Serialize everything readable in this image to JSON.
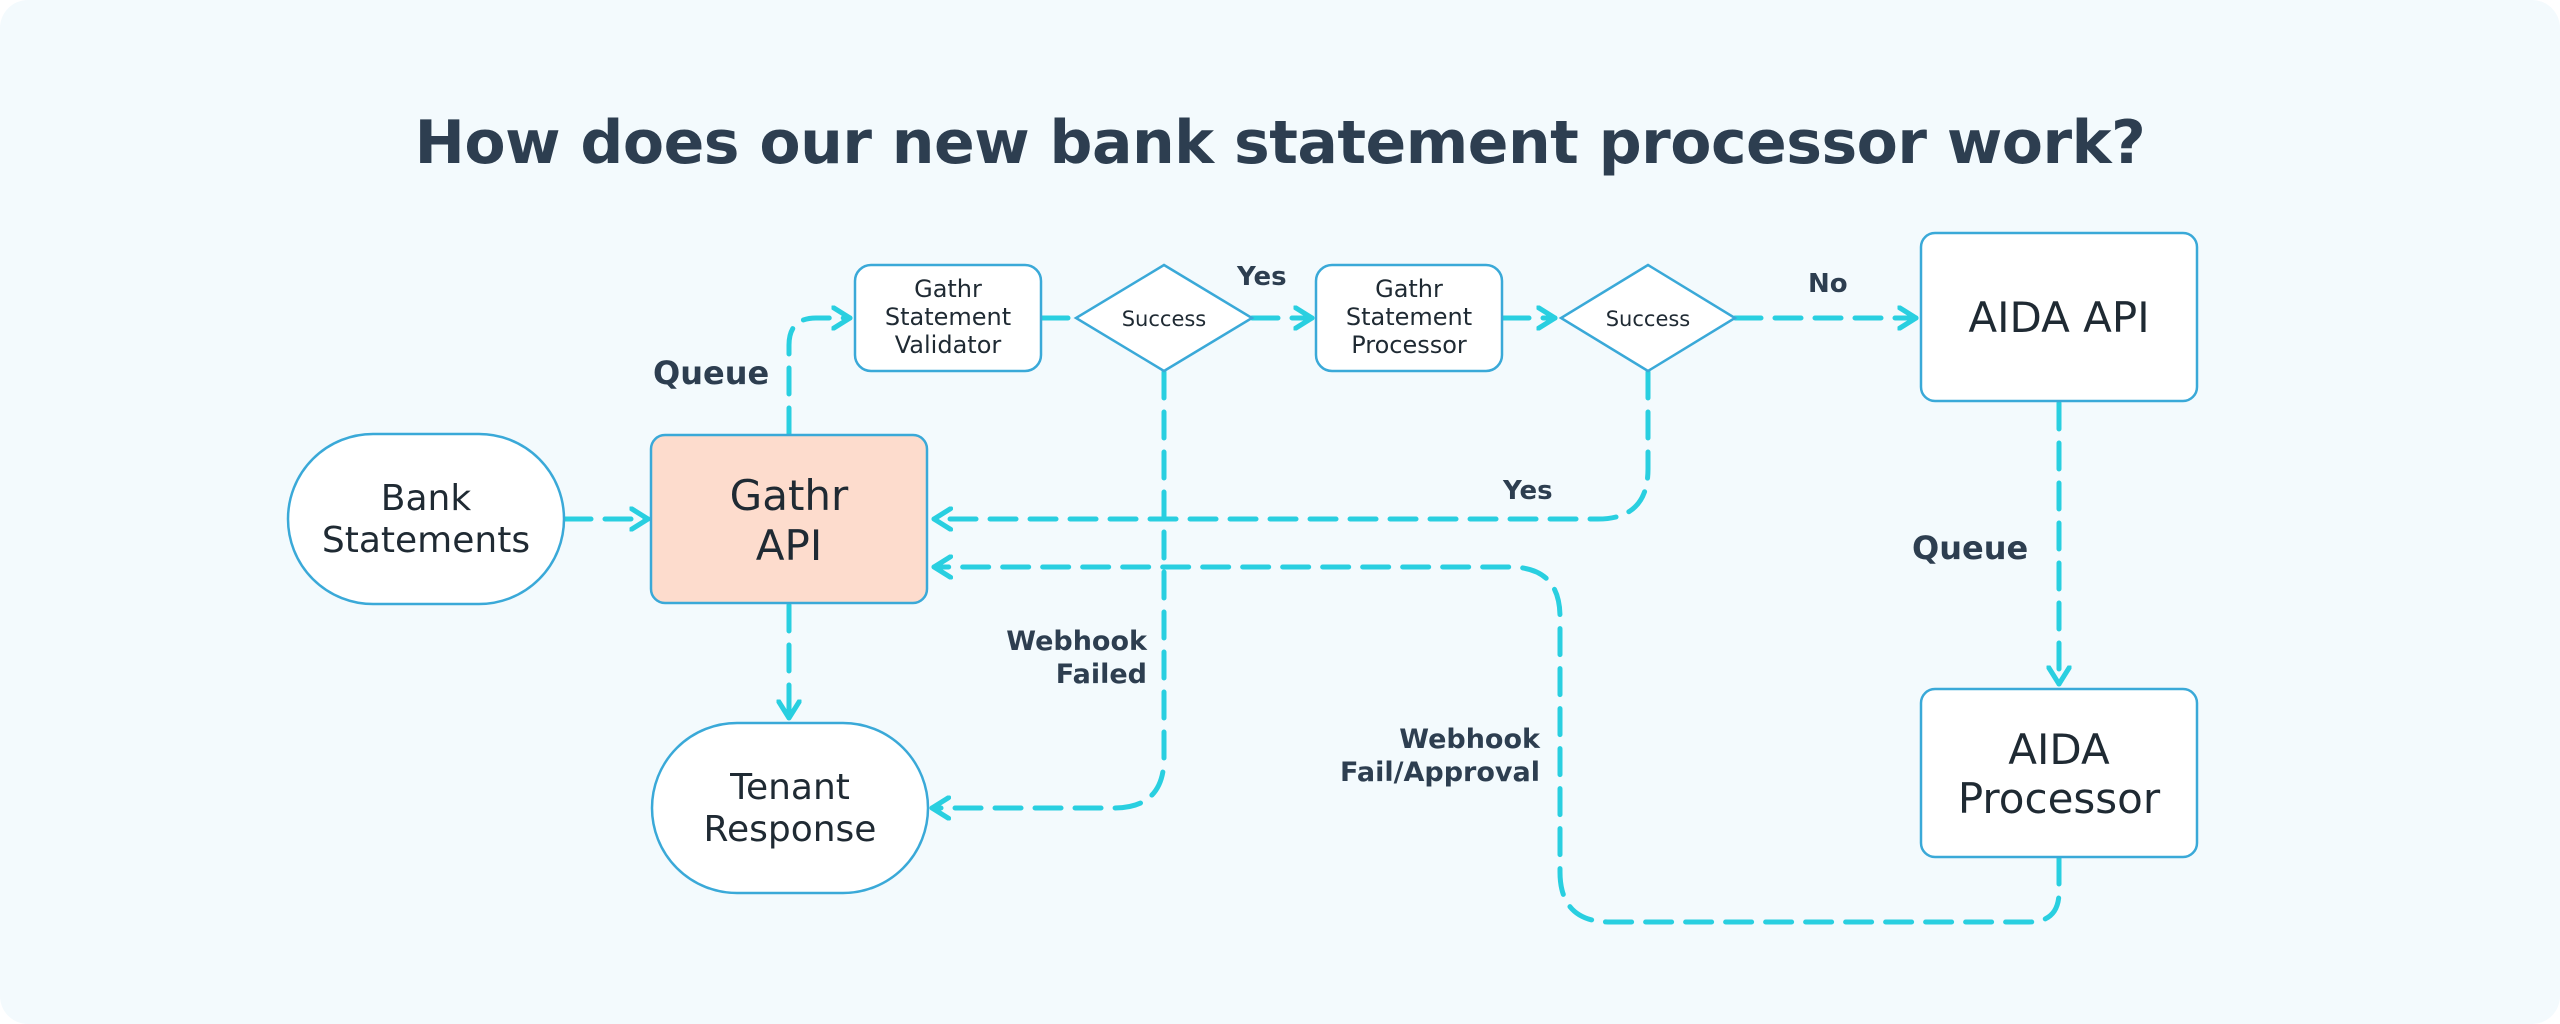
{
  "title": "How does our new bank statement processor work?",
  "colors": {
    "background": "#f3fafd",
    "edge": "#29cfe0",
    "node_border": "#3aa9d8",
    "highlight_fill": "#fddccd",
    "text_dark": "#2d3e50"
  },
  "nodes": {
    "bank_statements": [
      "Bank",
      "Statements"
    ],
    "gathr_api": [
      "Gathr",
      "API"
    ],
    "tenant_response": [
      "Tenant",
      "Response"
    ],
    "validator": [
      "Gathr",
      "Statement",
      "Validator"
    ],
    "success_1": "Success",
    "processor": [
      "Gathr",
      "Statement",
      "Processor"
    ],
    "success_2": "Success",
    "aida_api": "AIDA API",
    "aida_processor": [
      "AIDA",
      "Processor"
    ]
  },
  "edge_labels": {
    "queue_1": "Queue",
    "yes_1": "Yes",
    "no_1": "No",
    "yes_2": "Yes",
    "webhook_failed": [
      "Webhook",
      "Failed"
    ],
    "queue_2": "Queue",
    "webhook_fail_approval": [
      "Webhook",
      "Fail/Approval"
    ]
  }
}
